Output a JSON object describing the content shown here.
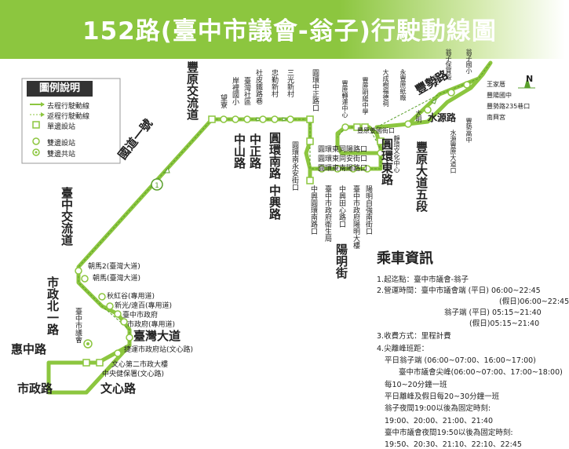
{
  "header": {
    "title": "152路(臺中市議會-翁子)行駛動線圖"
  },
  "legend": {
    "title": "圖例說明",
    "items": [
      "去程行駛動線",
      "返程行駛動線",
      "單邊設站",
      "雙邊設站",
      "雙邊共站"
    ]
  },
  "roads": {
    "fengyuan_interchange": "豐原交流道",
    "guodao1": "國道一號",
    "taichung_interchange": "臺中交流道",
    "shizheng_north1": "市政北一路",
    "huizhong": "惠中路",
    "shizheng": "市政路",
    "wenxin": "文心路",
    "taiwan_blvd": "臺灣大道",
    "zhongshan": "中山路",
    "zhongzheng": "中正路",
    "huannan": "圓環南路",
    "zhongxing": "中興路",
    "huandong": "圓環東路",
    "yangming": "陽明街",
    "fengshi": "豐勢路",
    "shuiyuan": "水源路",
    "fengyuan_blvd5": "豐原大道五段",
    "shield": "1"
  },
  "stops": {
    "wangliao": "望寮",
    "anpi": "岸裡國小",
    "taiwan_society": "臺灣社區",
    "sheping": "社皮鐵路巷",
    "zhongqin": "忠勤新村",
    "sanguang": "三光新村",
    "huanzhong": "圓環中正路口",
    "huannanyongan": "圓環南永安街口",
    "zhongxinghuan": "中興圓環南路口",
    "huandongtong": "圓環東同陽路口",
    "huandongan": "圓環東同安街口",
    "huandongnan": "圓環東南陽路口",
    "fengyuanstation": "豐原轉運中心",
    "fengyuanmingyang": "豐原明陽中學",
    "dacheng": "大成樹福德祠",
    "yongfeng": "永豐原紙廠",
    "jingyun": "靜環文化中心",
    "fengyuanjie": "豐原姜國街口",
    "tongan": "大明",
    "wengzi_bao": "翁子保寶殿",
    "wengzi_school": "翁子國小",
    "wengzi": "翁子",
    "wangjia": "王家厝",
    "fengyang_jh": "豐陽國中",
    "fengshi235": "豐勢路235巷口",
    "nanxing": "南興宮",
    "fengshi_hs": "豐勢高中",
    "shuiyuan_fengyuan": "水源豐原大道口",
    "yangming_ziqiang": "陽明自強南街口",
    "zhonghua_yangming": "臺中市政府陽明大樓",
    "zhongxing_tianxin": "中興田心路口",
    "zhongshi_health": "臺中市政府衛生局",
    "chaoma2": "朝馬2(臺灣大道)",
    "chaoma": "朝馬(臺灣大道)",
    "qiuhonggu": "秋紅谷(專用道)",
    "xinguang": "新光/遠百(專用道)",
    "taichung_city_gov": "臺中市政府",
    "city_gov_bus": "市政府(專用道)",
    "taichung_council": "臺中市議會",
    "mrt_gov": "捷運市政府站(文心路)",
    "wenxin_building": "文心第二市政大樓",
    "central_insurance": "中央健保署(文心路)"
  },
  "info": {
    "title": "乘車資訊",
    "lines": [
      "1.起迄點：臺中市議會-翁子",
      "2.營運時間：臺中市議會端 (平日) 06:00~22:45",
      "(假日)06:00~22:45",
      "翁子端 (平日) 05:15~21:40",
      "(假日)05:15~21:40",
      "3.收費方式：里程計費",
      "4.尖離峰班距：",
      "平日翁子端 (06:00~07:00、16:00~17:00)",
      "臺中市議會尖峰(06:00~07:00、17:00~18:00)",
      "每10~20分鐘一班",
      "平日離峰及假日每20~30分鐘一班",
      "翁子夜間19:00以後為固定時刻:",
      "19:00、20:00、21:00、21:40",
      "臺中市議會夜間19:50以後為固定時刻:",
      "19:50、20:30、21:10、22:10、22:45"
    ]
  },
  "compass": "N",
  "colors": {
    "route": "#8cc63f",
    "banner": "#8cc63f",
    "arrow": "#5aa02c",
    "dash": "#8cc63f"
  }
}
